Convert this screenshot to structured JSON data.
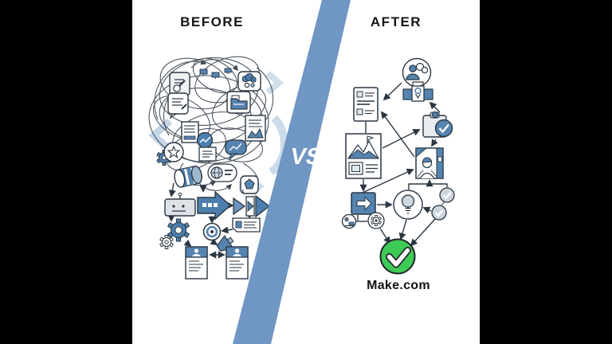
{
  "scene": {
    "before_title": "BEFORE",
    "after_title": "AFTER",
    "vs_label": "VS",
    "caption": "Make.com"
  },
  "colors": {
    "stripe_blue": "#7096c3",
    "icon_blue": "#5584b0",
    "icon_blue_dark": "#4d7fad",
    "icon_light_blue": "#b9cfe4",
    "outline_dark": "#2a3642",
    "success_green": "#3ecb55",
    "panel_background": "#ffffff",
    "letterbox_black": "#000000"
  },
  "before_diagram": {
    "description": "tangled chaotic workflow scribble",
    "nodes": [
      "document-pen",
      "chat-note",
      "cloud-sync",
      "folder",
      "mini-document",
      "chart-document",
      "blue-node",
      "speech-chart",
      "gear-star",
      "note",
      "database",
      "globe-info",
      "pentagon-shape",
      "robot",
      "process-arrow",
      "play-steps",
      "output-document",
      "gears",
      "target",
      "megaphone",
      "profile-card-1",
      "profile-card-2"
    ]
  },
  "after_diagram": {
    "description": "clean organized workflow",
    "nodes": [
      "team-gears-circle",
      "award-box",
      "document-list",
      "clipboard-approved",
      "report-chart",
      "person-profile",
      "arrow-action-box",
      "workstation",
      "gear-circle",
      "idea-bulb-circle",
      "check-circle-1",
      "check-circle-2",
      "success-check"
    ]
  }
}
